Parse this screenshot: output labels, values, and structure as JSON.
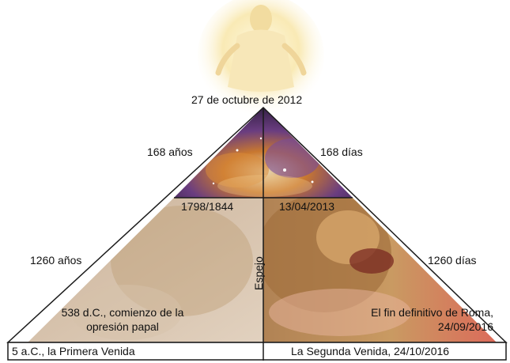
{
  "apex": {
    "date": "27 de octubre de 2012"
  },
  "upper_left": {
    "duration": "168 años",
    "date": "1798/1844"
  },
  "upper_right": {
    "duration": "168 días",
    "date": "13/04/2013"
  },
  "lower_left": {
    "duration": "1260 años",
    "event": "538 d.C., comienzo de la opresión papal"
  },
  "lower_right": {
    "duration": "1260 días",
    "event": "El fin definitivo de Roma, 24/09/2016"
  },
  "axis_label": "Espejo",
  "base_left": "5 a.C., la Primera Venida",
  "base_right": "La Segunda Venida, 24/10/2016",
  "colors": {
    "line": "#1a1a1a",
    "nebula_purple": "#5a3a7a",
    "nebula_orange": "#c86a2a",
    "lion_tan": "#b0835a",
    "lion_red": "#c83a2a",
    "glow": "#f6e7b0"
  },
  "icons": {
    "top_figure": "christ-figure-icon",
    "upper_image": "nebula-image",
    "lower_left_image": "lion-image-faded",
    "lower_right_image": "lion-image"
  }
}
